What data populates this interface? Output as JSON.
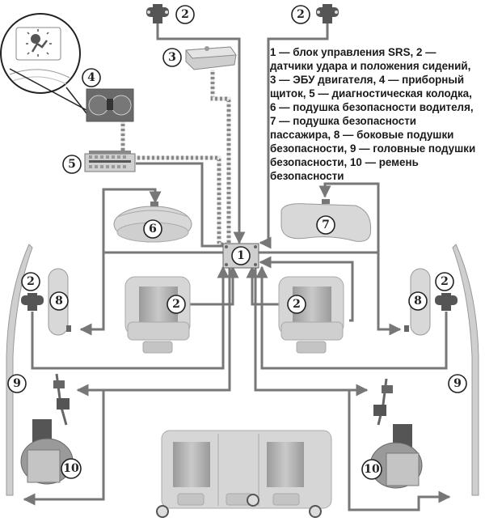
{
  "legend": {
    "lines": [
      "1 — блок управления SRS, 2 —",
      "датчики удара и положения сидений,",
      "3 — ЭБУ двигателя, 4 — приборный",
      "щиток, 5 — диагностическая колодка,",
      "6 — подушка безопасности водителя,",
      "7 — подушка безопасности",
      "пассажира, 8 — боковые подушки",
      "безопасности, 9 — головные подушки",
      "безопасности, 10 — ремень",
      "безопасности"
    ]
  },
  "components": [
    {
      "id": "1",
      "label": "блок управления SRS"
    },
    {
      "id": "2",
      "label": "датчики удара и положения сидений"
    },
    {
      "id": "3",
      "label": "ЭБУ двигателя"
    },
    {
      "id": "4",
      "label": "приборный щиток"
    },
    {
      "id": "5",
      "label": "диагностическая колодка"
    },
    {
      "id": "6",
      "label": "подушка безопасности водителя"
    },
    {
      "id": "7",
      "label": "подушка безопасности пассажира"
    },
    {
      "id": "8",
      "label": "боковые подушки безопасности"
    },
    {
      "id": "9",
      "label": "головные подушки безопасности"
    },
    {
      "id": "10",
      "label": "ремень безопасности"
    }
  ],
  "callouts": {
    "c1": "1",
    "c2_top_left": "2",
    "c2_top_right": "2",
    "c2_left_door": "2",
    "c2_right_door": "2",
    "c2_left_seat": "2",
    "c2_right_seat": "2",
    "c3": "3",
    "c4": "4",
    "c5": "5",
    "c6": "6",
    "c7": "7",
    "c8_left": "8",
    "c8_right": "8",
    "c9_left": "9",
    "c9_right": "9",
    "c10_left": "10",
    "c10_right": "10"
  },
  "colors": {
    "wire": "#777777",
    "component_fill": "#d4d4d4",
    "component_dark": "#8a8a8a",
    "callout_stroke": "#222222"
  }
}
